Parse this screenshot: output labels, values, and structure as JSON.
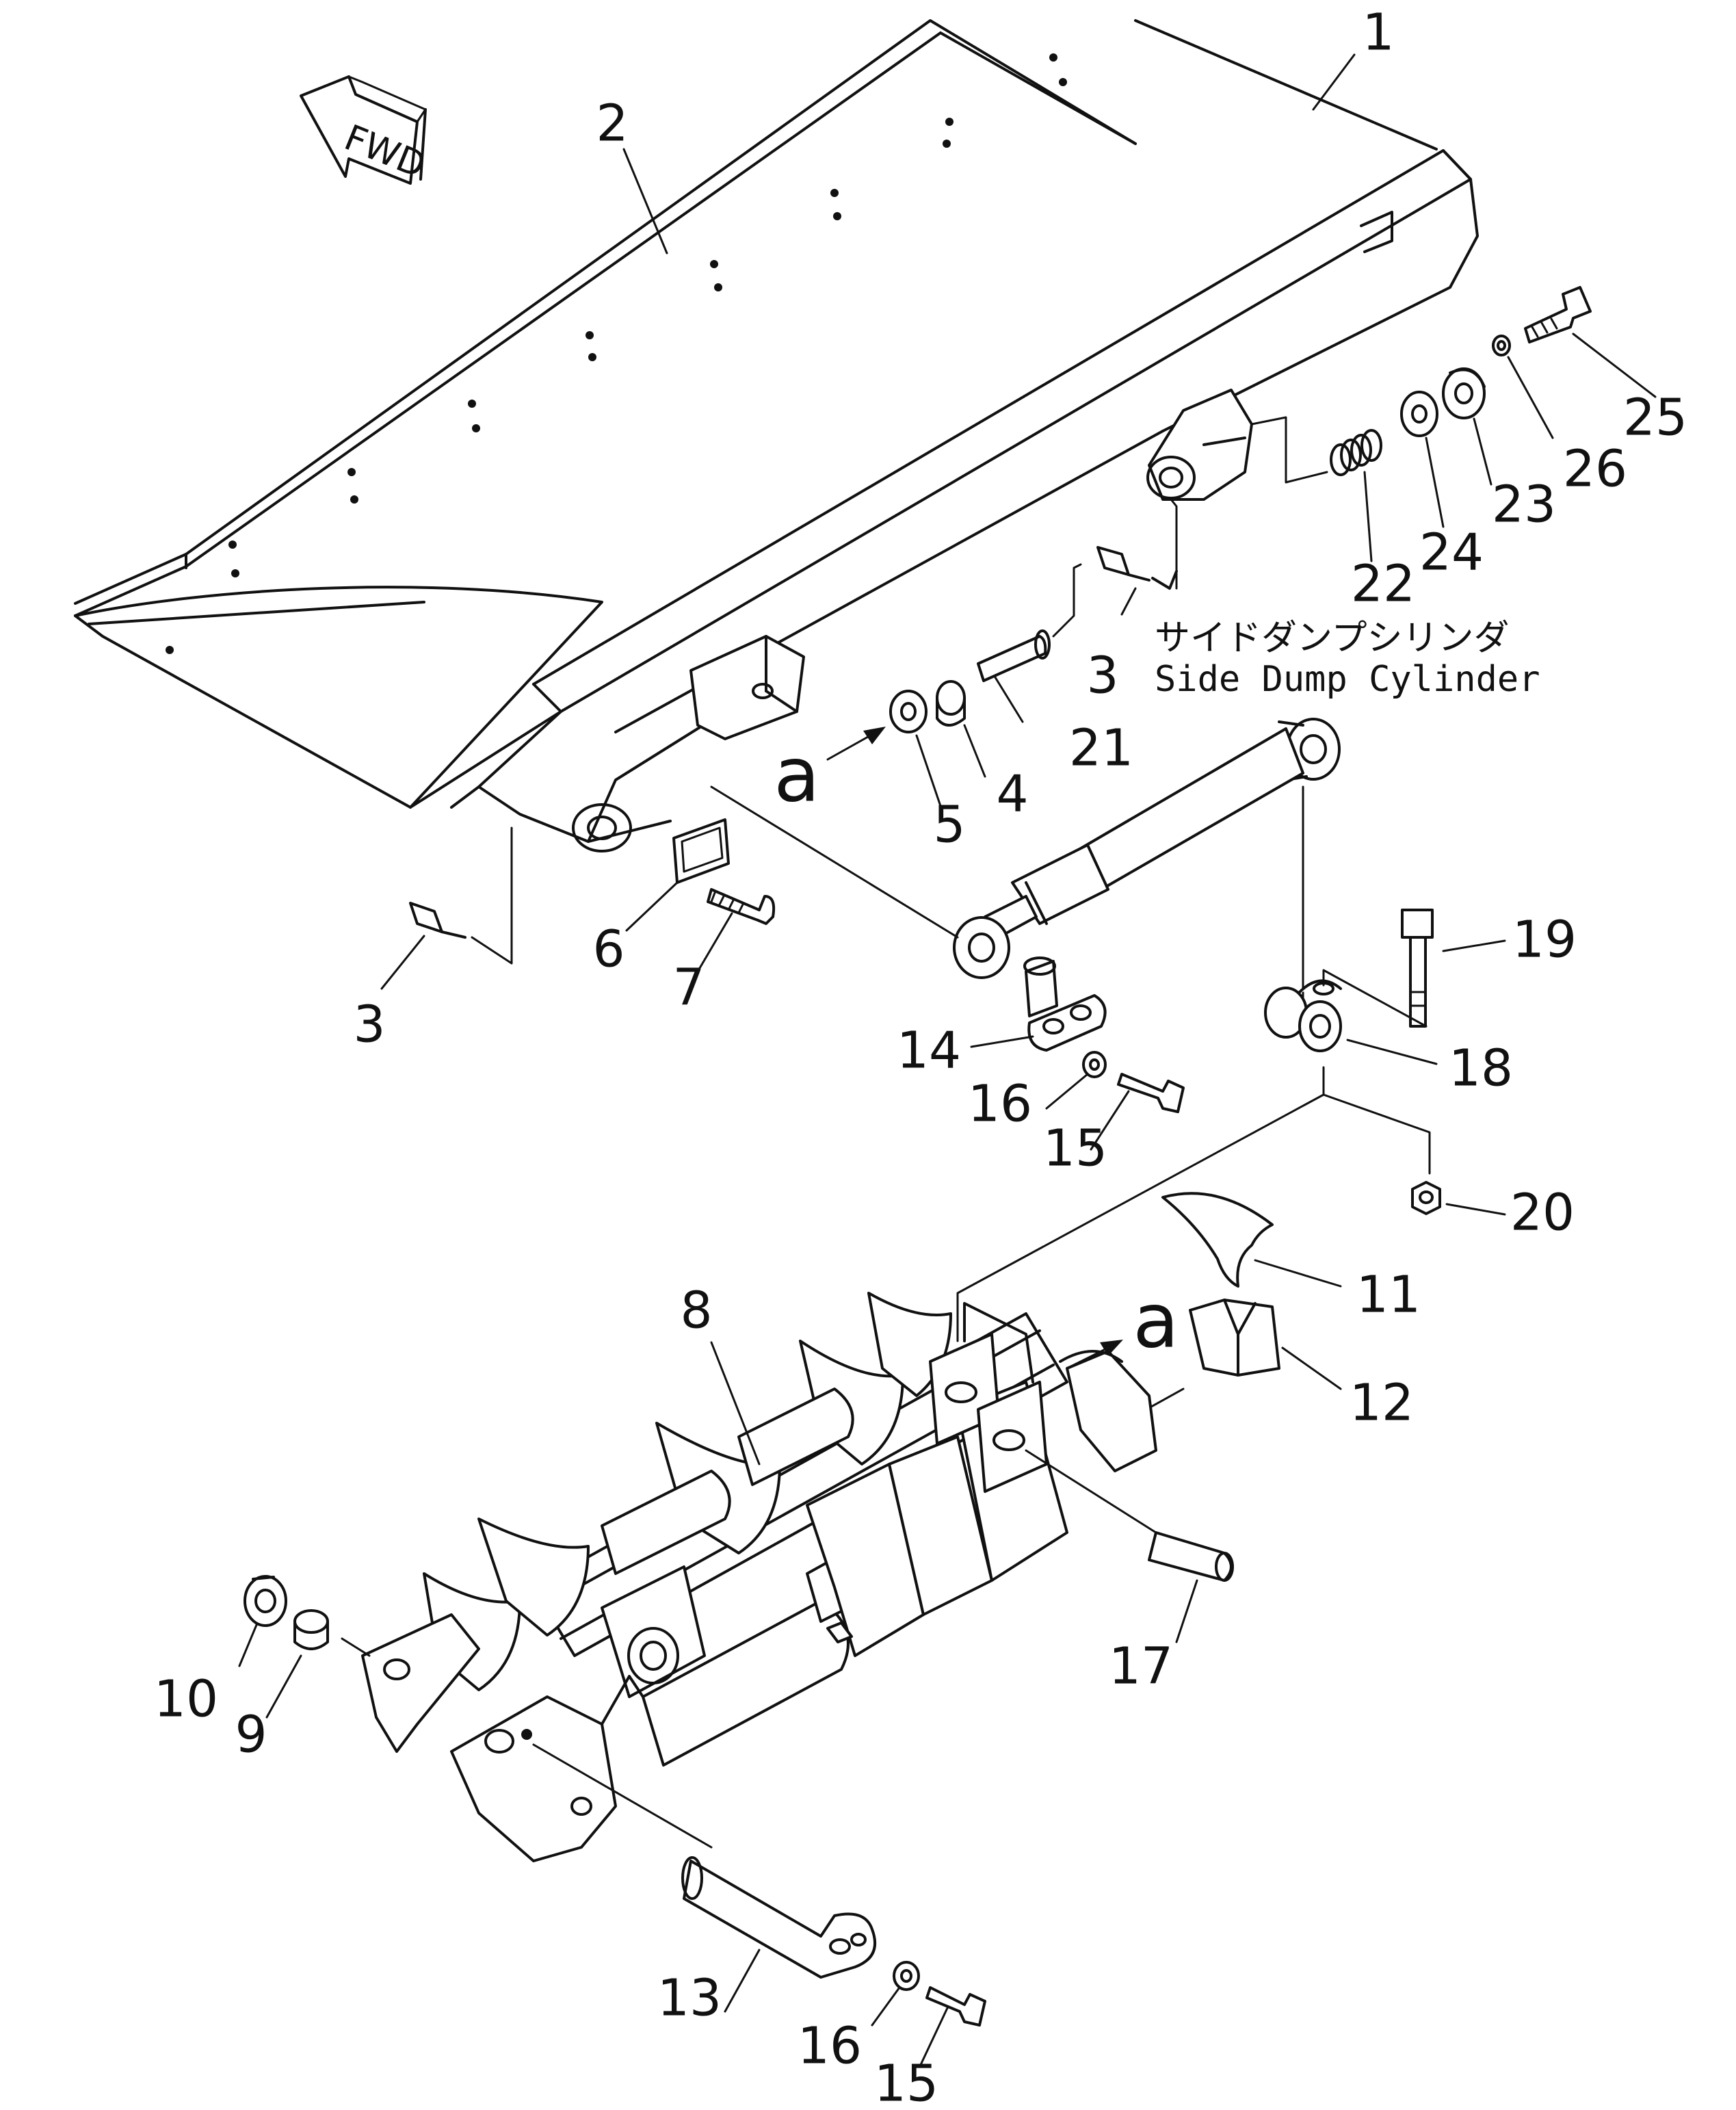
{
  "figure": {
    "fwd_label": "FWD",
    "caption_jp": "サイドダンプシリンダ",
    "caption_en": "Side Dump Cylinder",
    "section_marker": "a"
  },
  "callouts": {
    "c1": "1",
    "c2": "2",
    "c3a": "3",
    "c3b": "3",
    "c4": "4",
    "c5": "5",
    "c6": "6",
    "c7": "7",
    "c8": "8",
    "c9": "9",
    "c10": "10",
    "c11": "11",
    "c12": "12",
    "c13": "13",
    "c14": "14",
    "c15a": "15",
    "c15b": "15",
    "c16a": "16",
    "c16b": "16",
    "c17": "17",
    "c18": "18",
    "c19": "19",
    "c20": "20",
    "c21": "21",
    "c22": "22",
    "c23": "23",
    "c24": "24",
    "c25": "25",
    "c26": "26"
  }
}
